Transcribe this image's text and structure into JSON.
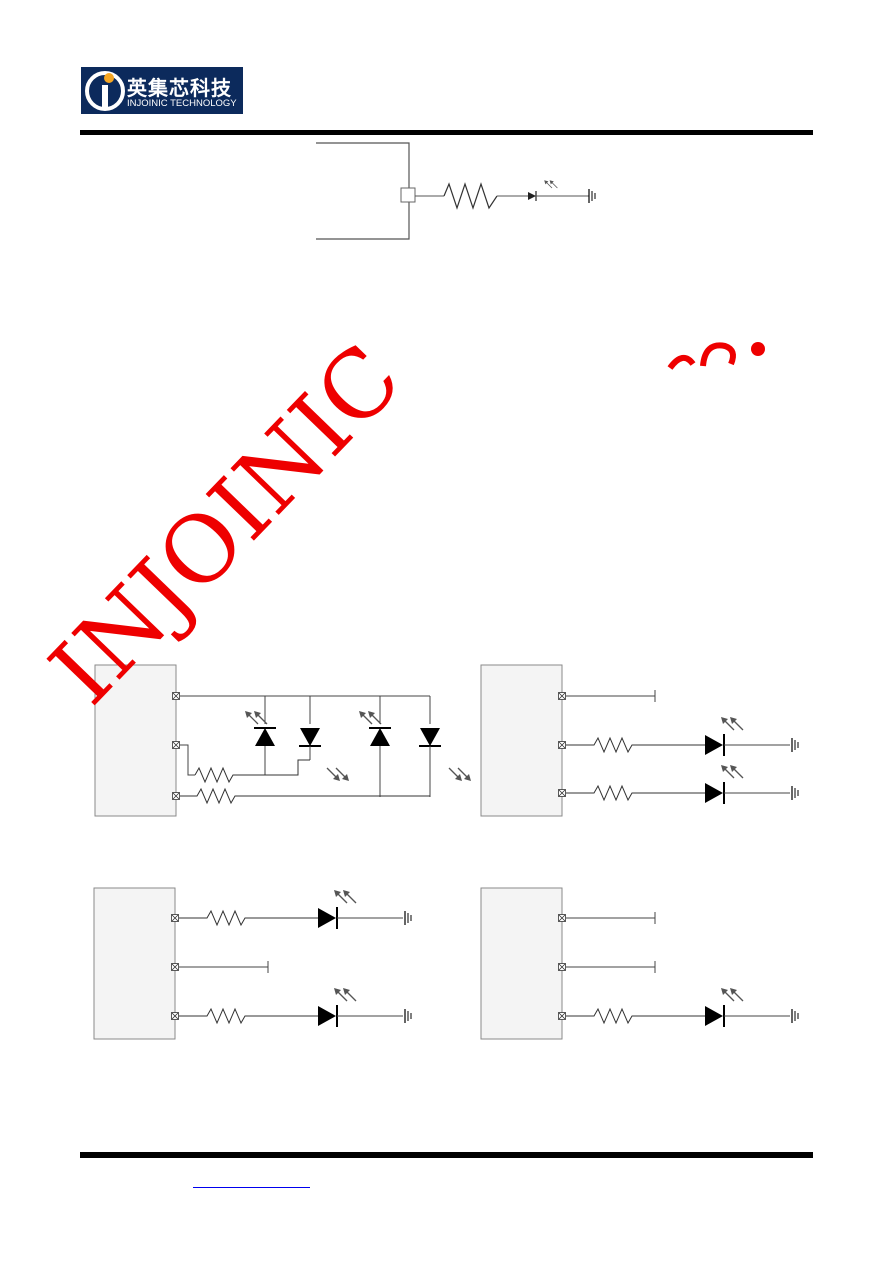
{
  "header": {
    "logo": {
      "brand_cn": "英集芯科技",
      "brand_en": "INJOINIC TECHNOLOGY",
      "colors": {
        "background": "#0c2a5c",
        "mark": "#f5a623",
        "text": "#ffffff"
      }
    }
  },
  "watermark": {
    "text": "INJOINIC",
    "color": "#ee0000"
  },
  "figures": {
    "led_single": "chip pin through resistor to LED to ground",
    "led_quad": "four LEDs, two resistors, three chip pins",
    "led_two": "two LEDs on pins 2 and 3, pin 1 unused",
    "led_two_alt": "two LEDs on pins 1 and 3, pin 2 unused",
    "led_one": "one LED on pin 3, pins 1 and 2 unused"
  },
  "footer": {
    "link_text": ""
  }
}
